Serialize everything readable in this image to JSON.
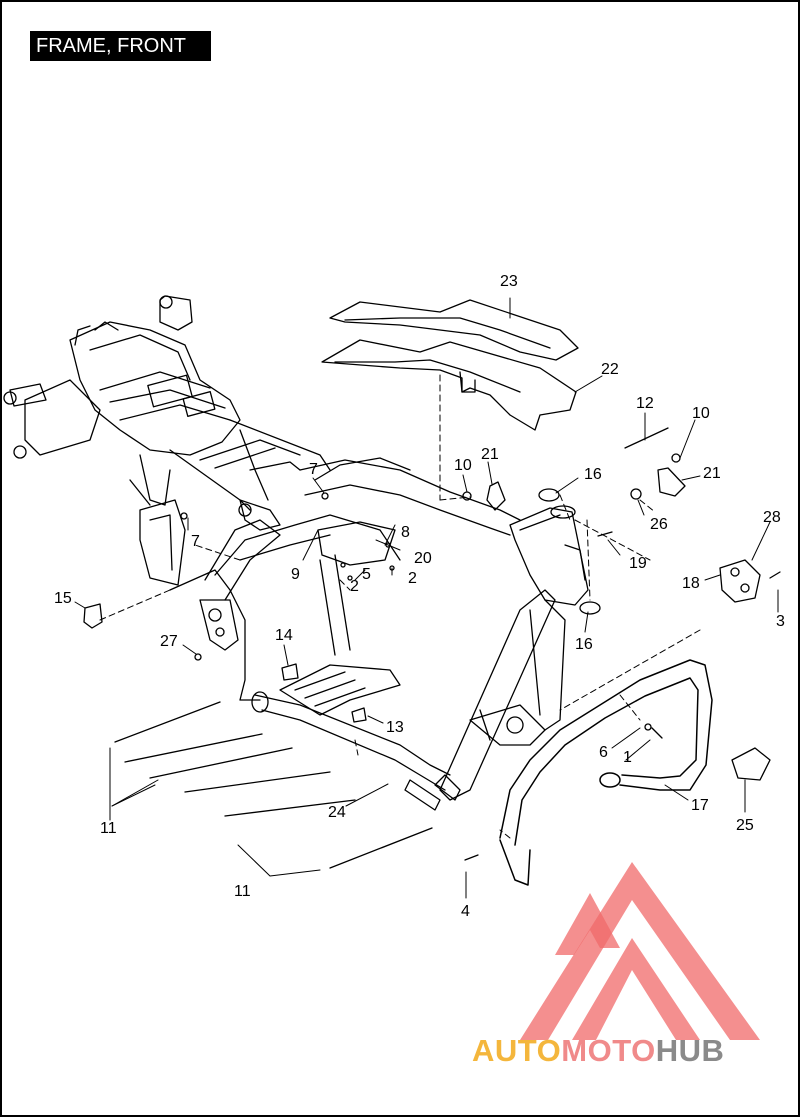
{
  "title": "FRAME, FRONT",
  "callouts": {
    "c23": "23",
    "c22": "22",
    "c12": "12",
    "c10a": "10",
    "c21a": "21",
    "c10b": "10",
    "c21b": "21",
    "c16a": "16",
    "c26": "26",
    "c28": "28",
    "c7a": "7",
    "c8": "8",
    "c7b": "7",
    "c20": "20",
    "c9": "9",
    "c5": "5",
    "c2a": "2",
    "c2b": "2",
    "c19": "19",
    "c18": "18",
    "c3": "3",
    "c15": "15",
    "c16b": "16",
    "c14": "14",
    "c27": "27",
    "c13": "13",
    "c6": "6",
    "c1": "1",
    "c17": "17",
    "c25": "25",
    "c24": "24",
    "c11a": "11",
    "c11b": "11",
    "c4": "4"
  },
  "watermark": {
    "part1": "AUTO",
    "part2": "MOTO",
    "part3": "HUB",
    "colors": {
      "auto": "#f4b63c",
      "moto": "#f08a8a",
      "hub": "#8a8a8a",
      "triangle": "#f06a6a"
    }
  }
}
